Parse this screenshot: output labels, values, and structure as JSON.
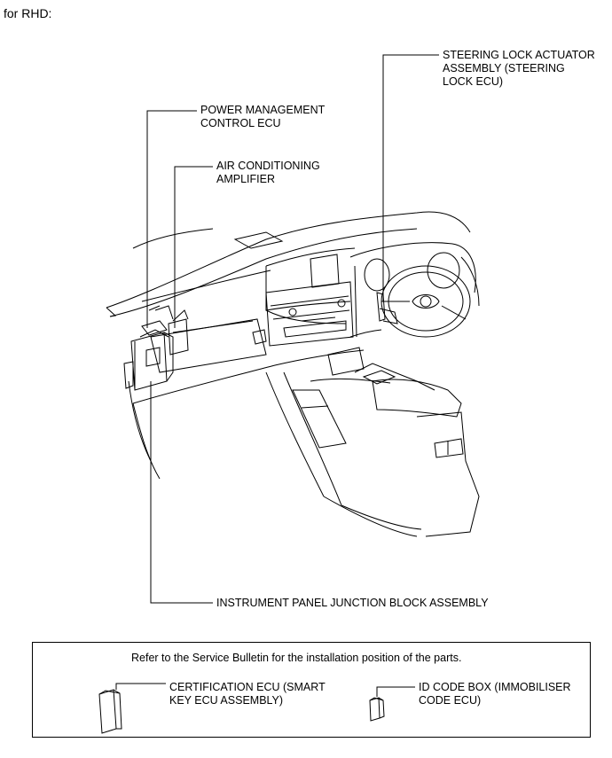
{
  "heading": "for RHD:",
  "labels": {
    "steering_lock": "STEERING LOCK ACTUATOR\nASSEMBLY (STEERING\nLOCK ECU)",
    "power_mgmt": "POWER MANAGEMENT\nCONTROL ECU",
    "ac_amplifier": "AIR CONDITIONING\nAMPLIFIER",
    "junction_block": "INSTRUMENT PANEL JUNCTION BLOCK ASSEMBLY"
  },
  "note_box": {
    "text": "Refer to the Service Bulletin for the installation position of the parts.",
    "certification_ecu": "CERTIFICATION ECU (SMART\nKEY ECU ASSEMBLY)",
    "id_code_box": "ID CODE BOX (IMMOBILISER\nCODE ECU)"
  }
}
